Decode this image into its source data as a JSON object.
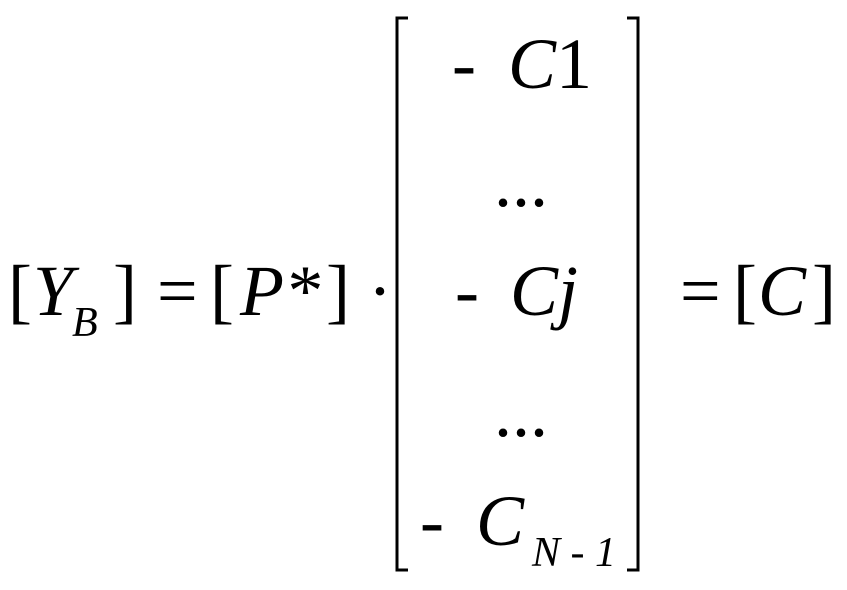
{
  "equation": {
    "lhs": {
      "open_bracket": "[",
      "variable": "Y",
      "subscript": "B",
      "close_bracket": "]"
    },
    "eq1": "=",
    "p_term": {
      "open_bracket": "[",
      "variable": "P*",
      "close_bracket": "]"
    },
    "dot": "·",
    "vector": {
      "rows": [
        {
          "minus": "-",
          "var": "C",
          "sub": "1"
        },
        {
          "ellipsis": "..."
        },
        {
          "minus": "-",
          "var": "Cj"
        },
        {
          "ellipsis": "..."
        },
        {
          "minus": "-",
          "var": "C",
          "sub": "N - 1"
        }
      ]
    },
    "eq2": "=",
    "rhs": {
      "open_bracket": "[",
      "variable": "C",
      "close_bracket": "]"
    }
  }
}
